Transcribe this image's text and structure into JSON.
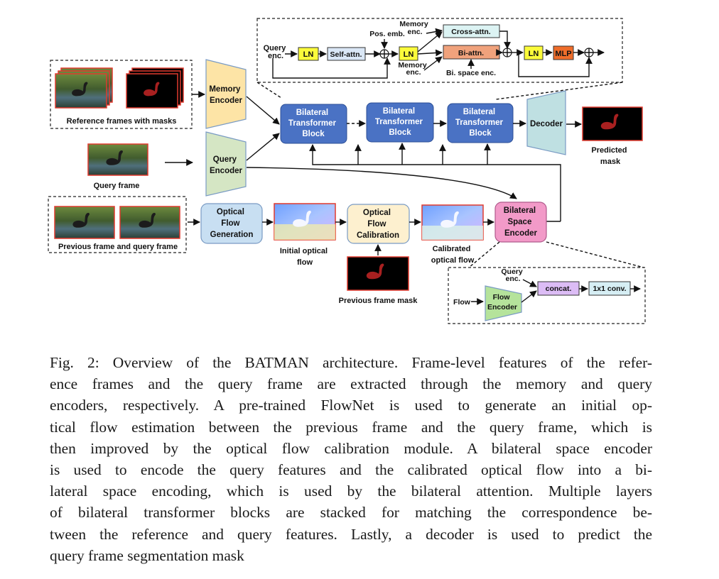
{
  "figure": {
    "ref_caption": "Reference frames with masks",
    "query_caption": "Query frame",
    "prev_caption": "Previous frame and query frame",
    "memory_encoder": [
      "Memory",
      "Encoder"
    ],
    "query_encoder": [
      "Query",
      "Encoder"
    ],
    "btb": [
      "Bilateral",
      "Transformer",
      "Block"
    ],
    "decoder": "Decoder",
    "predicted_mask": [
      "Predicted",
      "mask"
    ],
    "ofg": [
      "Optical",
      "Flow",
      "Generation"
    ],
    "initial_flow": [
      "Initial optical",
      "flow"
    ],
    "ofc": [
      "Optical",
      "Flow",
      "Calibration"
    ],
    "calibrated_flow": [
      "Calibrated",
      "optical flow"
    ],
    "prev_mask": "Previous frame mask",
    "bse": [
      "Bilateral",
      "Space",
      "Encoder"
    ],
    "top_detail": {
      "query_enc": [
        "Query",
        "enc."
      ],
      "ln": "LN",
      "self_attn": "Self-attn.",
      "pos_emb": "Pos. emb.",
      "memory_enc_top": [
        "Memory",
        "enc."
      ],
      "cross_attn": "Cross-attn.",
      "bi_attn": "Bi-attn.",
      "memory_enc_bottom": [
        "Memory",
        "enc."
      ],
      "bi_space_enc": "Bi. space enc.",
      "mlp": "MLP",
      "plus": "⊕"
    },
    "bottom_detail": {
      "query_enc": [
        "Query",
        "enc."
      ],
      "flow": "Flow",
      "flow_encoder": [
        "Flow",
        "Encoder"
      ],
      "concat": "concat.",
      "conv": "1x1 conv."
    },
    "colors": {
      "btb": "#4a72c4",
      "decoder": "#bfe0e2",
      "memory_encoder": "#fde4a6",
      "query_encoder": "#d5e6c4",
      "ofg": "#c8dff2",
      "ofc": "#fdf0cf",
      "bse": "#f29ac8",
      "ln": "#fbfb3a",
      "self_attn": "#dae7f6",
      "cross_attn": "#dcf3f3",
      "bi_attn": "#f0a27c",
      "mlp": "#ef6d2a",
      "concat": "#dcbcf5",
      "conv": "#d6eef4",
      "flow_encoder": "#b5e39b",
      "mask_red": "#a82020",
      "frame_border": "#e03a2f"
    }
  },
  "caption": {
    "lines": [
      "Fig. 2: Overview of the BATMAN architecture. Frame-level features of the refer-",
      "ence frames and the query frame are extracted through the memory and query",
      "encoders, respectively. A pre-trained FlowNet is used to generate an initial op-",
      "tical flow estimation between the previous frame and the query frame, which is",
      "then improved by the optical flow calibration module. A bilateral space encoder",
      "is used to encode the query features and the calibrated optical flow into a bi-",
      "lateral space encoding, which is used by the bilateral attention. Multiple layers",
      "of bilateral transformer blocks are stacked for matching the correspondence be-",
      "tween the reference and query features. Lastly, a decoder is used to predict the",
      "query frame segmentation mask"
    ]
  }
}
